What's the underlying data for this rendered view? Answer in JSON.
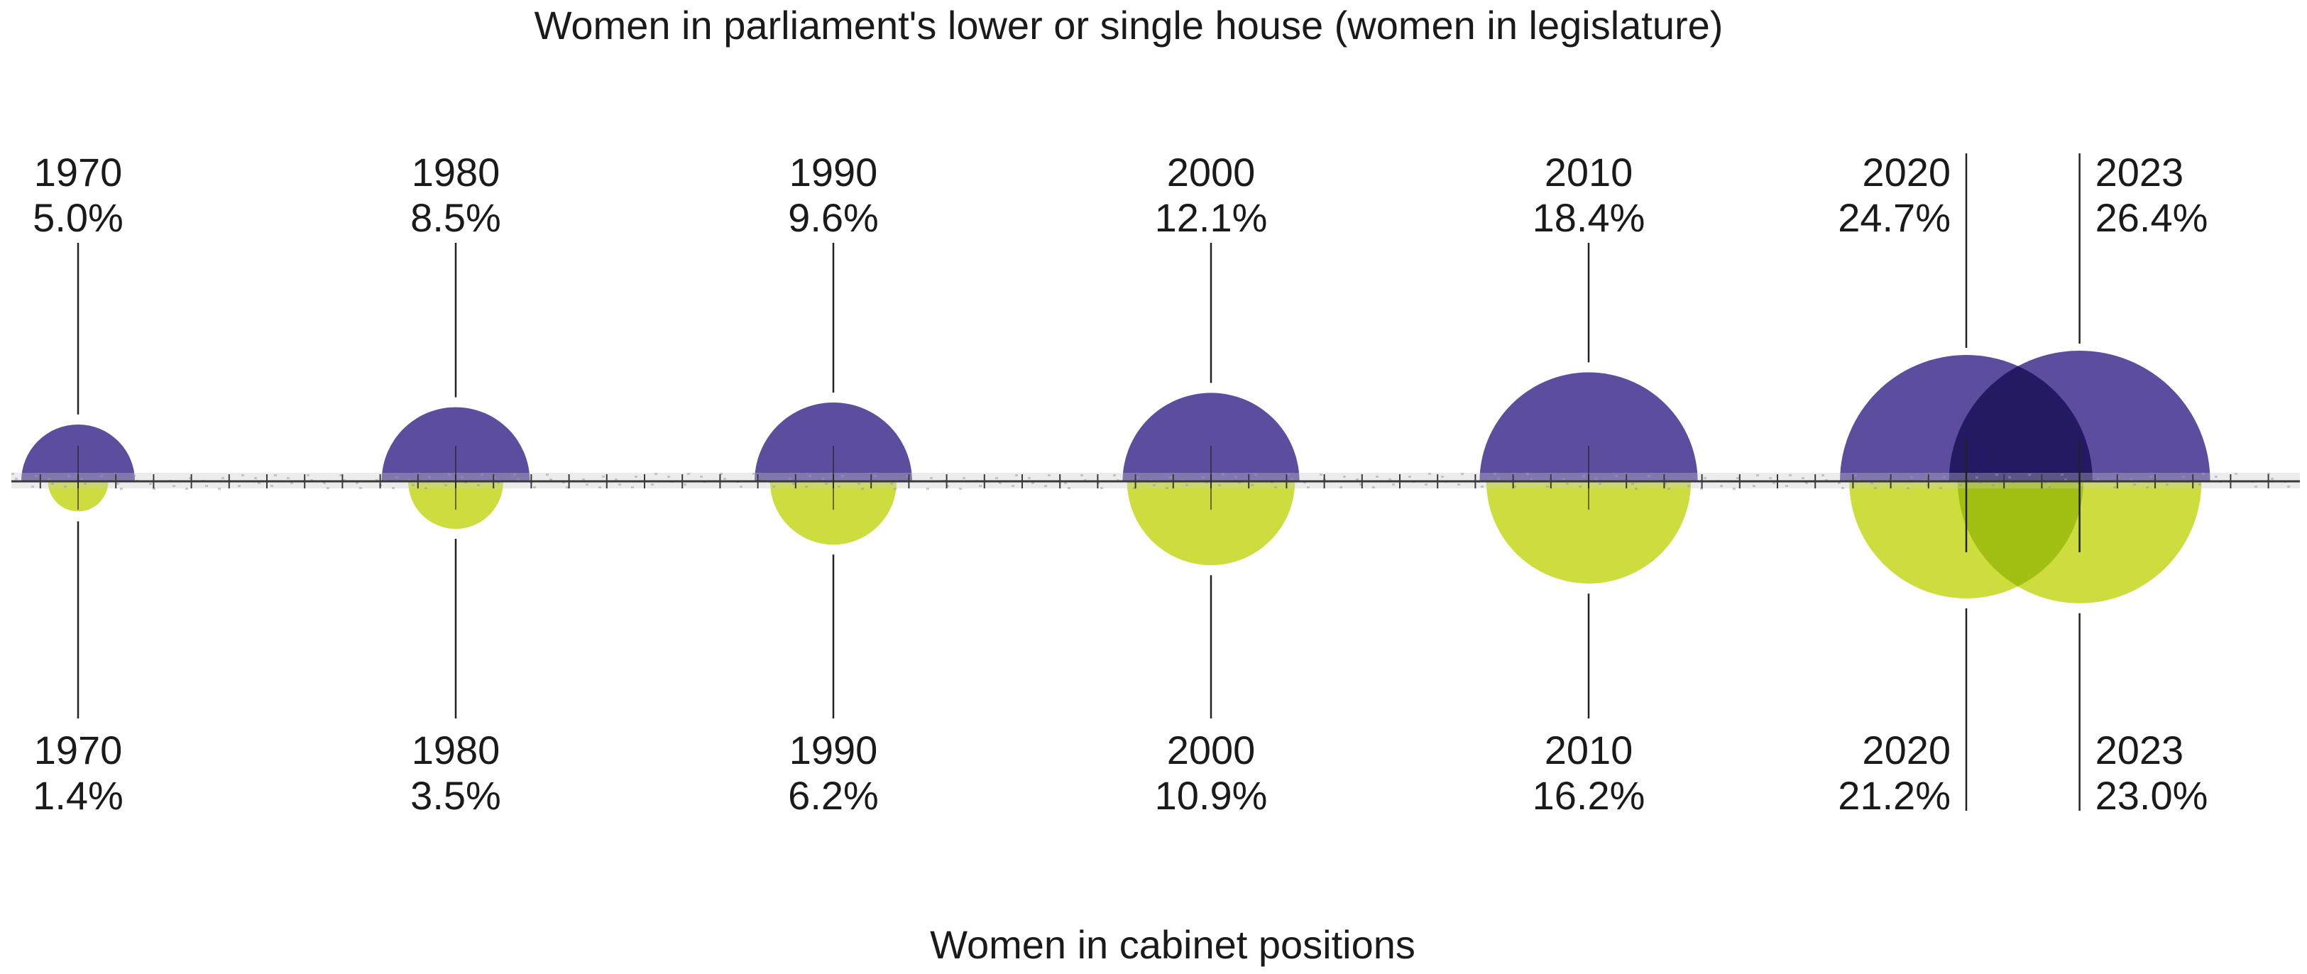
{
  "chart_data": {
    "type": "semicircle-timeline",
    "title_top": "Women in parliament's lower or single house (women in legislature)",
    "title_bottom": "Women in cabinet positions",
    "colors": {
      "parliament": "#5c4d9f",
      "cabinet": "#cddd3e",
      "parliament_overlap": "#231a63",
      "cabinet_overlap": "#a2bf13",
      "axis": "#1a1a1a"
    },
    "x": [
      1970,
      1980,
      1990,
      2000,
      2010,
      2020,
      2023
    ],
    "series": [
      {
        "name": "Women in parliament's lower or single house (women in legislature)",
        "values": [
          5.0,
          8.5,
          9.6,
          12.1,
          18.4,
          24.7,
          26.4
        ],
        "labels": [
          "5.0%",
          "8.5%",
          "9.6%",
          "12.1%",
          "18.4%",
          "24.7%",
          "26.4%"
        ]
      },
      {
        "name": "Women in cabinet positions",
        "values": [
          1.4,
          3.5,
          6.2,
          10.9,
          16.2,
          21.2,
          23.0
        ],
        "labels": [
          "1.4%",
          "3.5%",
          "6.2%",
          "10.9%",
          "16.2%",
          "21.2%",
          "23.0%"
        ]
      }
    ],
    "year_labels": [
      "1970",
      "1980",
      "1990",
      "2000",
      "2010",
      "2020",
      "2023"
    ]
  }
}
